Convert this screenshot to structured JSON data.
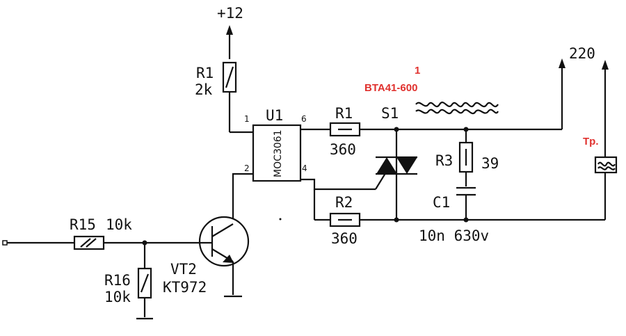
{
  "supply": {
    "vcc": "+12",
    "mains": "220"
  },
  "optocoupler": {
    "ref": "U1",
    "part": "MOC3061",
    "pins": {
      "p1": "1",
      "p2": "2",
      "p4": "4",
      "p6": "6"
    }
  },
  "r1_pullup": {
    "ref": "R1",
    "value": "2k"
  },
  "r1_gate": {
    "ref": "R1",
    "value": "360"
  },
  "r2": {
    "ref": "R2",
    "value": "360"
  },
  "r3": {
    "ref": "R3",
    "value": "39"
  },
  "c1": {
    "ref": "C1",
    "value": "10n 630v"
  },
  "triac": {
    "ref": "S1",
    "part": "BTA41-600",
    "mark": "1"
  },
  "r15": {
    "ref": "R15",
    "value": "10k"
  },
  "r16": {
    "ref": "R16",
    "value": "10k"
  },
  "transistor": {
    "ref": "VT2",
    "part": "KT972"
  },
  "load": {
    "label": "Tp."
  },
  "colors": {
    "wire": "#111111",
    "annotation": "#e0312e",
    "background": "#ffffff"
  }
}
